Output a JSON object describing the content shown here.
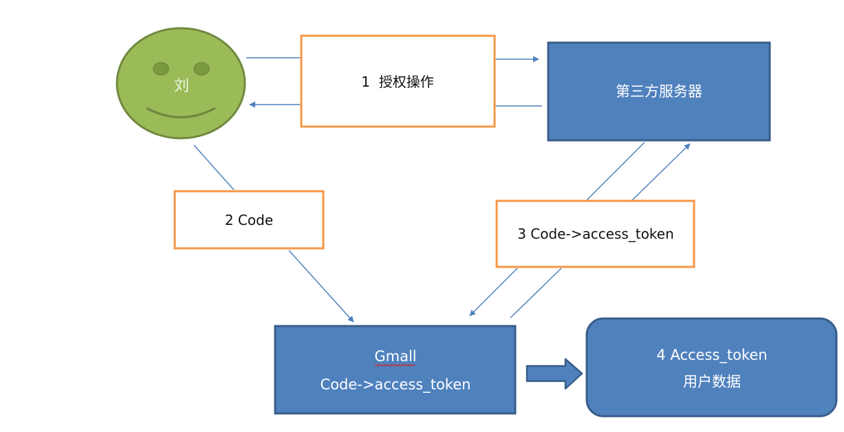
{
  "colors": {
    "face_fill": "#9bbb59",
    "face_stroke": "#71893f",
    "face_feature": "#7a9a3d",
    "orange_border": "#f79646",
    "blue_fill": "#4f81bd",
    "blue_stroke": "#385d8a",
    "arrow": "#4f81bd"
  },
  "nodes": {
    "user": {
      "label": "刘",
      "icon": "smiley-face-icon"
    },
    "step1": {
      "label": "1  授权操作"
    },
    "third_party": {
      "label": "第三方服务器"
    },
    "step2": {
      "label": "2 Code"
    },
    "step3": {
      "label": "3 Code->access_token"
    },
    "gmall": {
      "line1": "Gmall",
      "line2": "Code->access_token"
    },
    "step4": {
      "line1": "4 Access_token",
      "line2": "用户数据"
    }
  },
  "edges": [
    {
      "from": "user",
      "to": "third_party",
      "via": "step1"
    },
    {
      "from": "third_party",
      "to": "user",
      "via": "step1"
    },
    {
      "from": "user",
      "to": "gmall",
      "via": "step2"
    },
    {
      "from": "gmall",
      "to": "third_party",
      "via": "step3"
    },
    {
      "from": "third_party",
      "to": "gmall",
      "via": "step3"
    },
    {
      "from": "gmall",
      "to": "step4",
      "style": "block-arrow"
    }
  ]
}
